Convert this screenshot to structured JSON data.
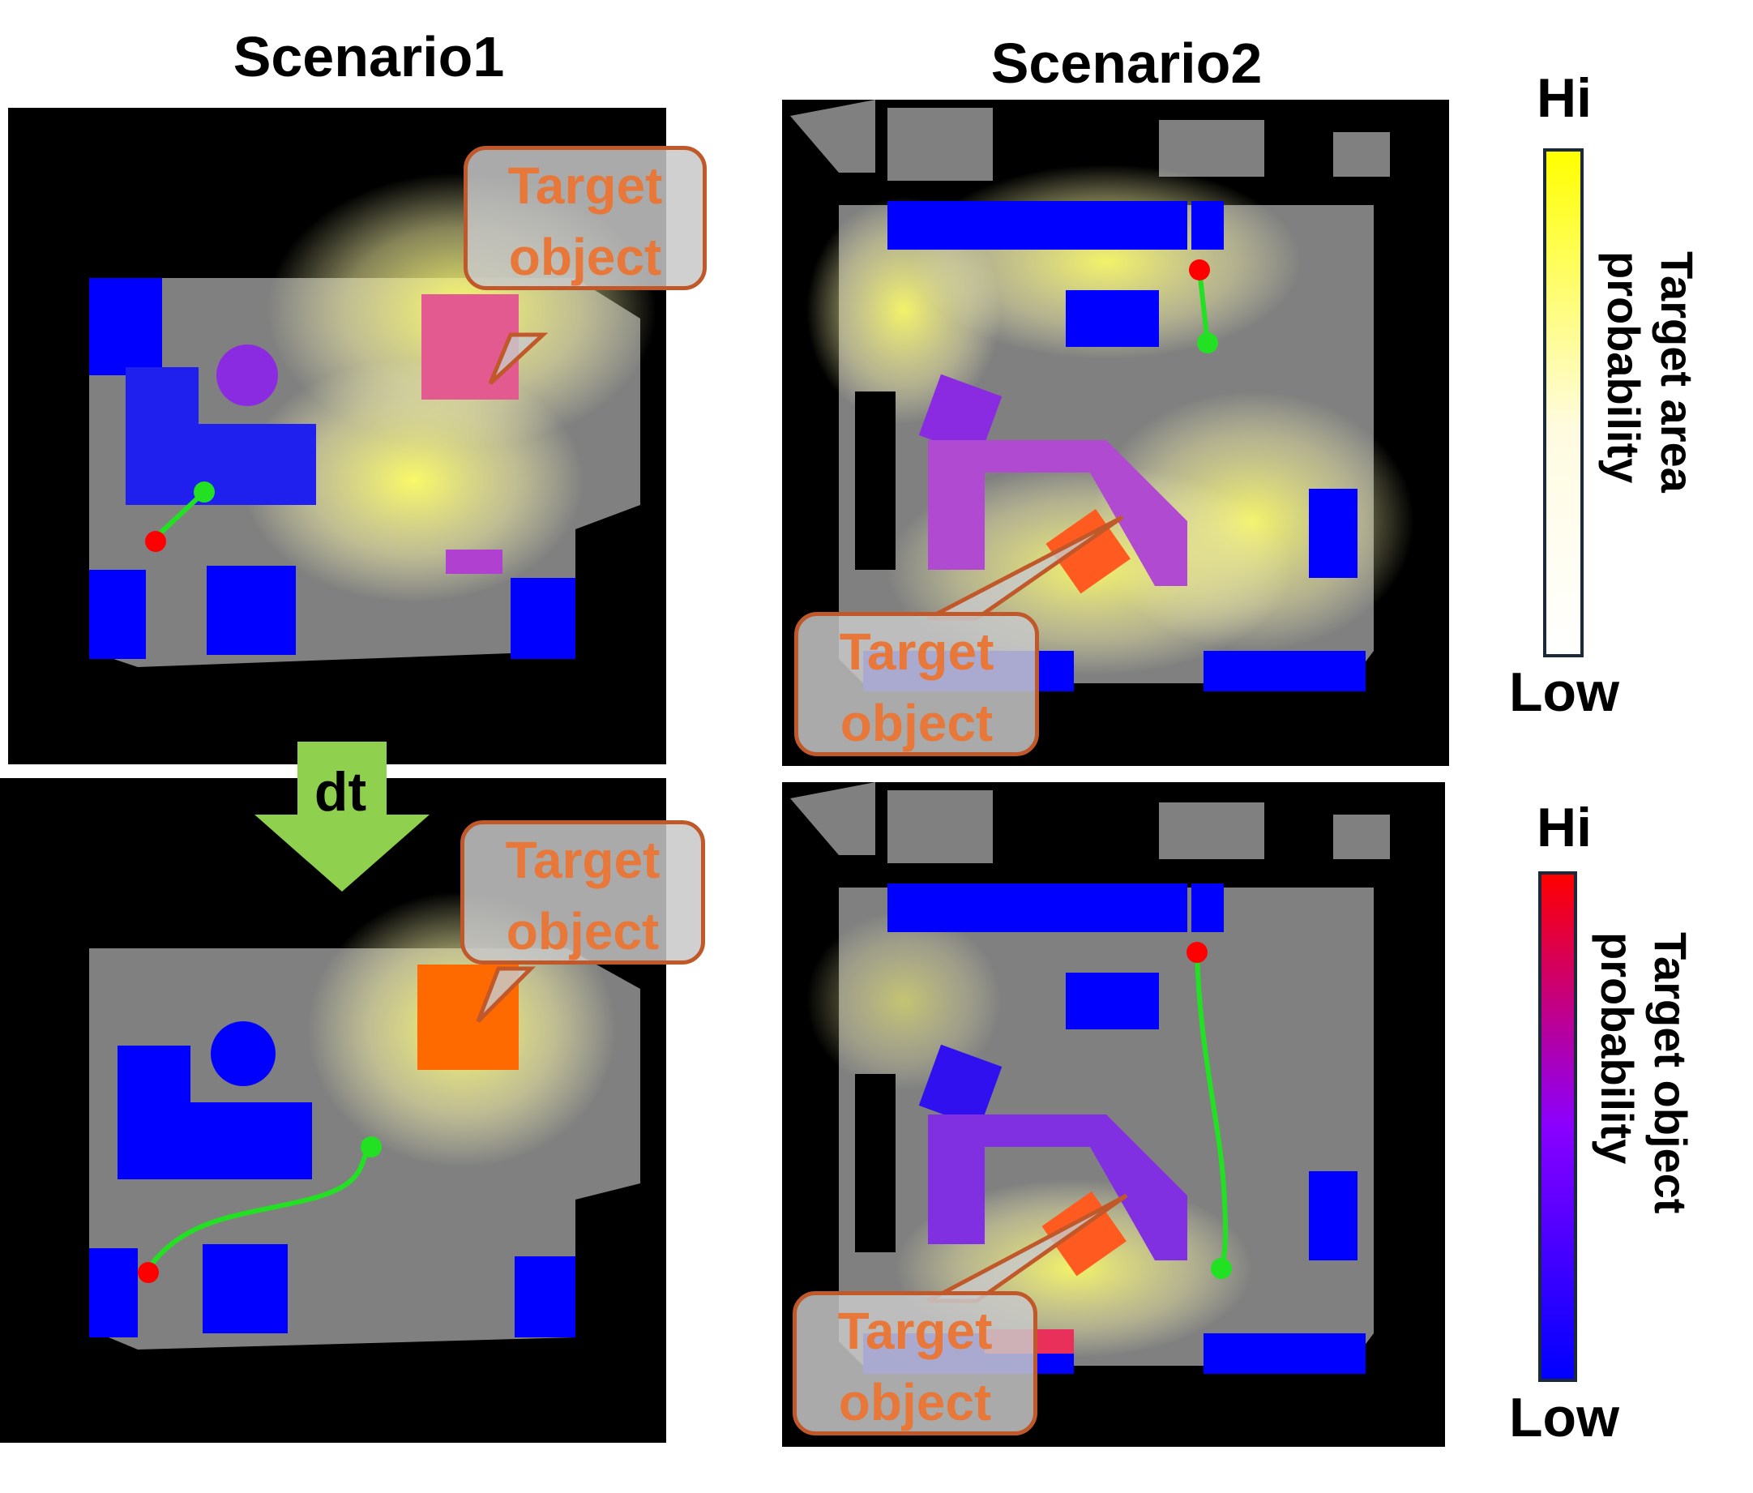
{
  "titles": {
    "scenario1": "Scenario1",
    "scenario2": "Scenario2"
  },
  "callout": {
    "line1": "Target",
    "line2": "object"
  },
  "arrow": {
    "label": "dt",
    "color": "#8fd14f"
  },
  "colorbars": [
    {
      "hi": "Hi",
      "low": "Low",
      "label_line1": "Target area",
      "label_line2": "probability",
      "colors": [
        "#ffffff",
        "#fffbe0",
        "#ffff00"
      ]
    },
    {
      "hi": "Hi",
      "low": "Low",
      "label_line1": "Target object",
      "label_line2": "probability",
      "colors": [
        "#0000ff",
        "#8a00ff",
        "#ff0000"
      ]
    }
  ],
  "colors": {
    "floor": "#808080",
    "furniture": "#0000ff",
    "start": "#ff0000",
    "path": "#22e022",
    "callout_border": "#c0582a",
    "callout_text": "#e8773a"
  }
}
